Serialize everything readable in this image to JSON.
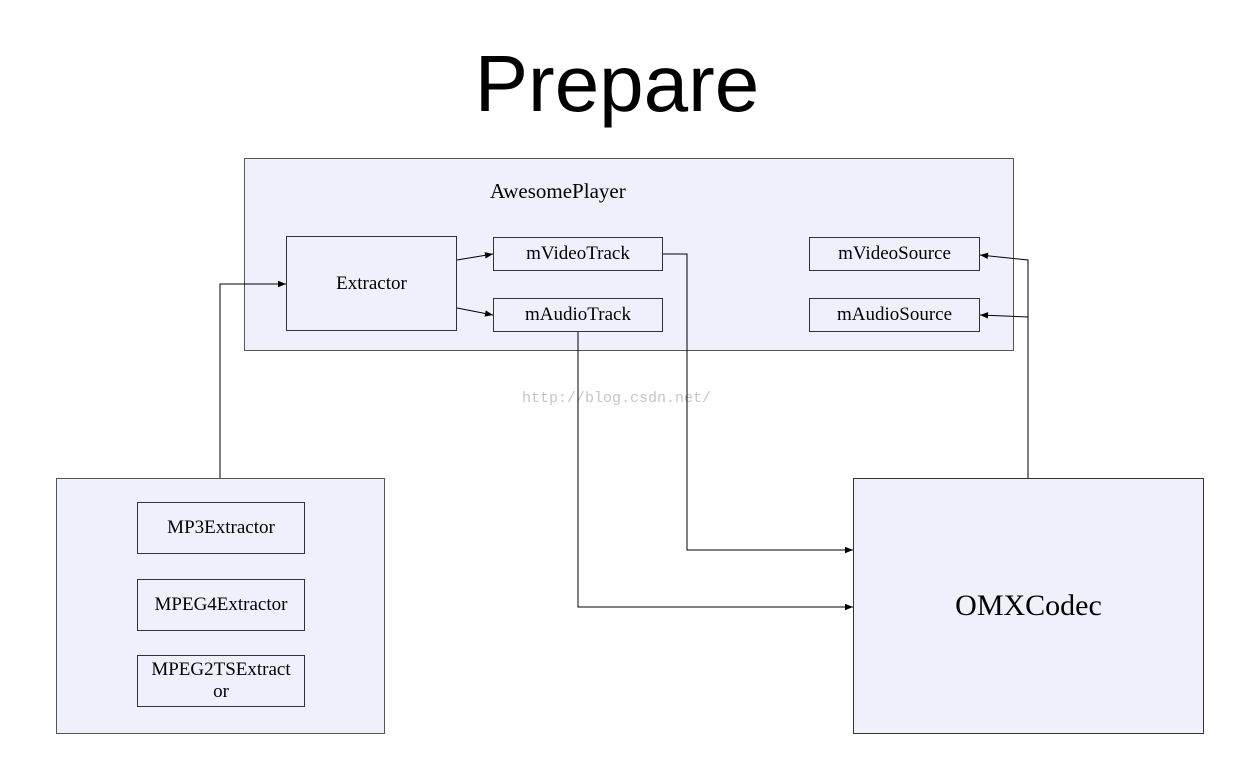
{
  "title": "Prepare",
  "awesome_player": {
    "label": "AwesomePlayer",
    "extractor": "Extractor",
    "video_track": "mVideoTrack",
    "audio_track": "mAudioTrack",
    "video_source": "mVideoSource",
    "audio_source": "mAudioSource"
  },
  "extractors": [
    "MP3Extractor",
    "MPEG4Extractor",
    "MPEG2TSExtract or"
  ],
  "codec": {
    "label": "OMXCodec"
  },
  "watermark": "http://blog.csdn.net/",
  "colors": {
    "box_fill": "#eef0fc",
    "line": "#000000",
    "watermark": "#c6c6c6"
  }
}
